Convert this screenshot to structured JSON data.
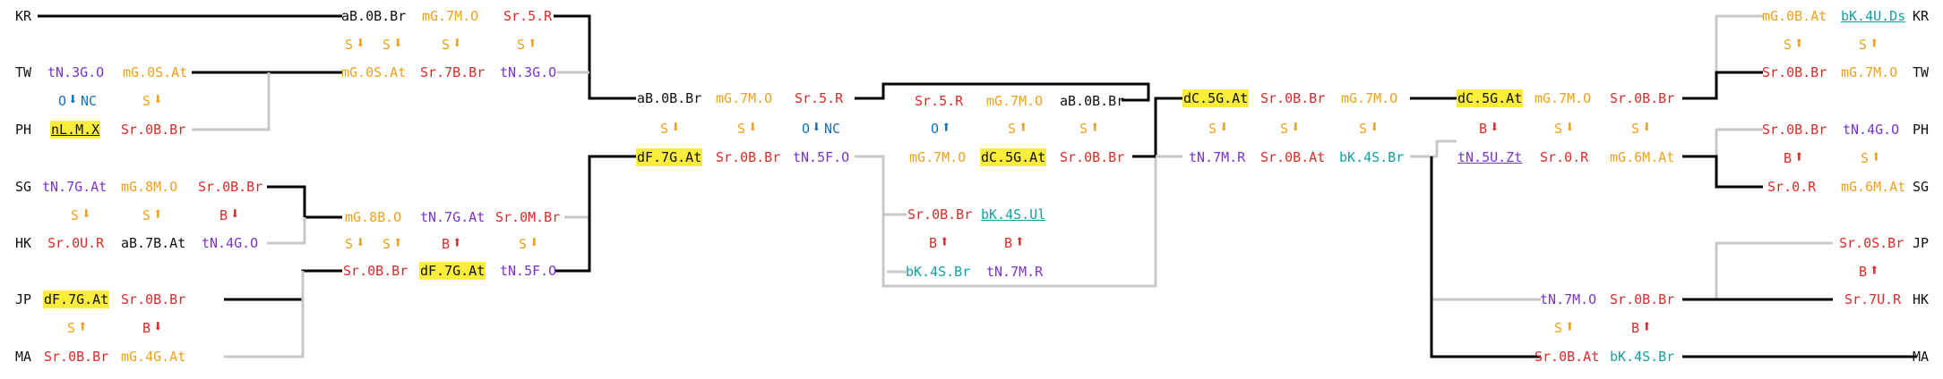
{
  "colors": {
    "black": "#111111",
    "red": "#dd2b2b",
    "orange": "#f0a11c",
    "purple": "#7a35c9",
    "teal": "#14a1a1",
    "blue": "#1872b4",
    "highlight": "#fbee3b",
    "active_line": "#000000",
    "inactive_line": "#c8c8c8"
  },
  "left": {
    "KR": {
      "code": "KR",
      "r1": [
        "aB.0B.Br",
        "mG.7M.O",
        "Sr.5.R"
      ],
      "r2": [
        "S",
        "S",
        "S",
        "S"
      ]
    },
    "TW": {
      "code": "TW",
      "r1": [
        "tN.3G.O",
        "mG.0S.At",
        "mG.0S.At",
        "Sr.7B.Br",
        "tN.3G.O"
      ],
      "r2": [
        "O",
        "NC",
        "S"
      ]
    },
    "PH": {
      "code": "PH",
      "r1": [
        "nL.M.X",
        "Sr.0B.Br"
      ]
    },
    "SG": {
      "code": "SG",
      "r1": [
        "tN.7G.At",
        "mG.8M.O",
        "Sr.0B.Br"
      ],
      "r2": [
        "S",
        "S",
        "B"
      ]
    },
    "HK": {
      "code": "HK",
      "r1": [
        "Sr.0U.R",
        "aB.7B.At",
        "tN.4G.O"
      ]
    },
    "SGHK": {
      "r1": [
        "mG.8B.O",
        "tN.7G.At",
        "Sr.0M.Br"
      ],
      "r2": [
        "S",
        "S",
        "B",
        "S"
      ]
    },
    "JP": {
      "code": "JP",
      "r1": [
        "dF.7G.At",
        "Sr.0B.Br"
      ],
      "r2": [
        "S",
        "B"
      ]
    },
    "MA": {
      "code": "MA",
      "r1": [
        "Sr.0B.Br",
        "mG.4G.At"
      ]
    },
    "JPMA": {
      "r1": [
        "Sr.0B.Br",
        "dF.7G.At",
        "tN.5F.O"
      ]
    }
  },
  "semi_left": {
    "top": {
      "r1": [
        "aB.0B.Br",
        "mG.7M.O",
        "Sr.5.R"
      ],
      "r2": [
        "S",
        "S",
        "O",
        "NC"
      ]
    },
    "bottom": {
      "r1": [
        "dF.7G.At",
        "Sr.0B.Br",
        "tN.5F.O"
      ]
    }
  },
  "center": {
    "top": {
      "r1": [
        "Sr.5.R",
        "mG.7M.O",
        "aB.0B.Br"
      ],
      "r2": [
        "O",
        "S",
        "S"
      ]
    },
    "mid": {
      "r1": [
        "mG.7M.O",
        "dC.5G.At",
        "Sr.0B.Br"
      ]
    },
    "low": {
      "r1": [
        "Sr.0B.Br",
        "bK.4S.Ul"
      ],
      "r2": [
        "B",
        "B"
      ]
    },
    "bottom": {
      "r1": [
        "bK.4S.Br",
        "tN.7M.R"
      ]
    }
  },
  "semi_right": {
    "top": {
      "r1": [
        "dC.5G.At",
        "Sr.0B.Br",
        "mG.7M.O"
      ],
      "r2": [
        "S",
        "S",
        "S"
      ]
    },
    "bottom": {
      "r1": [
        "tN.7M.R",
        "Sr.0B.At",
        "bK.4S.Br"
      ]
    }
  },
  "right": {
    "KR": {
      "code": "KR",
      "r1": [
        "mG.0B.At",
        "bK.4U.Ds"
      ],
      "r2": [
        "S",
        "S"
      ]
    },
    "TW": {
      "code": "TW",
      "r1": [
        "Sr.0B.Br",
        "mG.7M.O"
      ]
    },
    "KRTW": {
      "r1": [
        "dC.5G.At",
        "mG.7M.O",
        "Sr.0B.Br"
      ],
      "r2": [
        "B",
        "S",
        "S"
      ]
    },
    "PH": {
      "code": "PH",
      "r1": [
        "Sr.0B.Br",
        "tN.4G.O"
      ],
      "r2": [
        "B",
        "S"
      ]
    },
    "SG": {
      "code": "SG",
      "r1": [
        "Sr.0.R",
        "mG.6M.At"
      ]
    },
    "PHSG": {
      "r1": [
        "tN.5U.Zt",
        "Sr.0.R",
        "mG.6M.At"
      ]
    },
    "JP": {
      "code": "JP",
      "r1": [
        "Sr.0S.Br"
      ],
      "r2": [
        "B"
      ]
    },
    "HK": {
      "code": "HK",
      "r1": [
        "Sr.7U.R"
      ]
    },
    "JPHK": {
      "r1": [
        "tN.7M.O",
        "Sr.0B.Br"
      ],
      "r2": [
        "S",
        "B"
      ]
    },
    "MA": {
      "code": "MA",
      "r1": [
        "Sr.0B.At",
        "bK.4S.Br"
      ]
    }
  }
}
